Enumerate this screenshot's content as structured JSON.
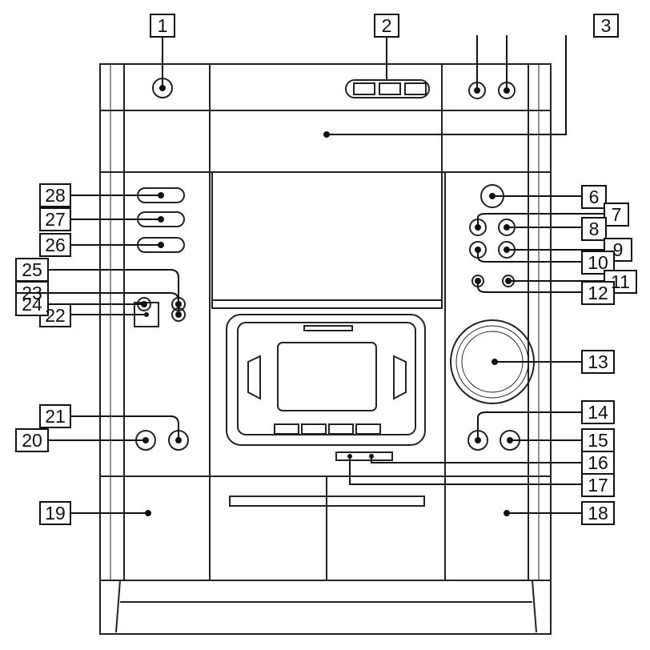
{
  "diagram": {
    "callouts": [
      {
        "id": "1",
        "label": "1"
      },
      {
        "id": "2",
        "label": "2"
      },
      {
        "id": "3",
        "label": "3"
      },
      {
        "id": "6",
        "label": "6"
      },
      {
        "id": "7",
        "label": "7"
      },
      {
        "id": "8",
        "label": "8"
      },
      {
        "id": "9",
        "label": "9"
      },
      {
        "id": "10",
        "label": "10"
      },
      {
        "id": "11",
        "label": "11"
      },
      {
        "id": "12",
        "label": "12"
      },
      {
        "id": "13",
        "label": "13"
      },
      {
        "id": "14",
        "label": "14"
      },
      {
        "id": "15",
        "label": "15"
      },
      {
        "id": "16",
        "label": "16"
      },
      {
        "id": "17",
        "label": "17"
      },
      {
        "id": "18",
        "label": "18"
      },
      {
        "id": "19",
        "label": "19"
      },
      {
        "id": "20",
        "label": "20"
      },
      {
        "id": "21",
        "label": "21"
      },
      {
        "id": "22",
        "label": "22"
      },
      {
        "id": "23",
        "label": "23"
      },
      {
        "id": "24",
        "label": "24"
      },
      {
        "id": "25",
        "label": "25"
      },
      {
        "id": "26",
        "label": "26"
      },
      {
        "id": "27",
        "label": "27"
      },
      {
        "id": "28",
        "label": "28"
      }
    ]
  }
}
